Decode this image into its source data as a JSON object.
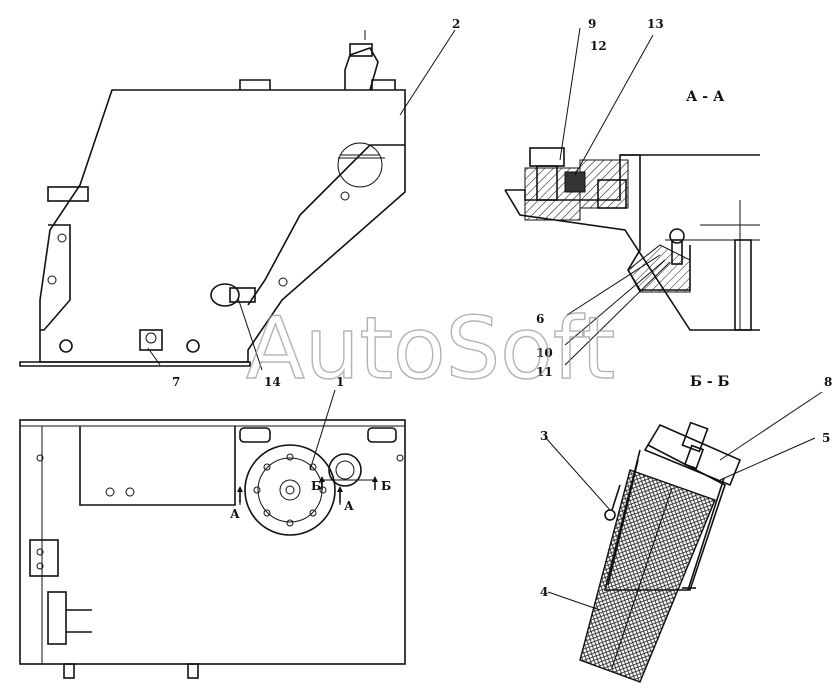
{
  "watermark": "AutoSoft",
  "sections": {
    "aa": "А - А",
    "bb": "Б - Б"
  },
  "cut_marks": {
    "a_left": "А",
    "a_right": "А",
    "b_left": "Б",
    "b_right": "Б"
  },
  "callouts": {
    "c1": "1",
    "c2": "2",
    "c3": "3",
    "c4": "4",
    "c5": "5",
    "c6": "6",
    "c7": "7",
    "c8": "8",
    "c9": "9",
    "c10": "10",
    "c11": "11",
    "c12": "12",
    "c13": "13",
    "c14": "14"
  }
}
